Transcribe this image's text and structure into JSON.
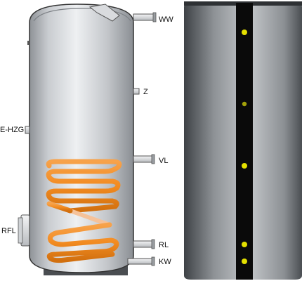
{
  "labels": {
    "ww": "WW",
    "z": "Z",
    "e_hzg": "E-HZG",
    "vl": "VL",
    "rfl": "RFL",
    "rl": "RL",
    "kw": "KW"
  },
  "colors": {
    "tank_silver": "#b9bcc0",
    "coil_orange": "#f28b21",
    "jacket_dark": "#5e6266",
    "strip_black": "#0a0a0a",
    "dot_yellow": "#e4e000",
    "pipe_gray": "#d7d9db",
    "outline": "#333333"
  },
  "icons": {
    "tank_left": "hot-water-storage-tank-with-coil",
    "tank_right": "insulated-storage-tank-jacket"
  }
}
